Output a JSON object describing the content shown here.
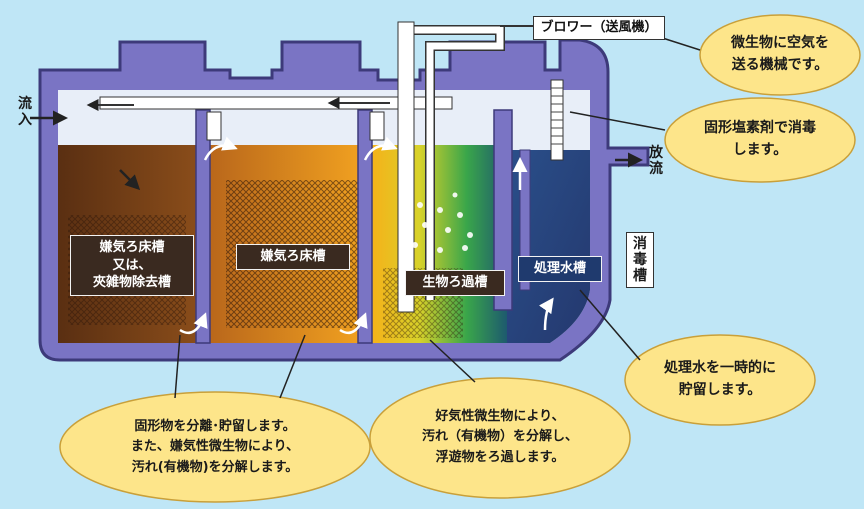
{
  "blower": {
    "label": "ブロワー（送風機）"
  },
  "inflow": {
    "label": "流\n入"
  },
  "outflow": {
    "label": "放\n流"
  },
  "chambers": {
    "anaerobic_1": "嫌気ろ床槽\n又は、\n夾雑物除去槽",
    "anaerobic_2": "嫌気ろ床槽",
    "biofilter": "生物ろ過槽",
    "treated_water": "処理水槽",
    "disinfection": "消\n毒\n槽"
  },
  "callouts": {
    "blower_note": "微生物に空気を\n送る機械です。",
    "chlorine_note": "固形塩素剤で消毒\nします。",
    "treated_note": "処理水を一時的に\n貯留します。",
    "anaerobic_note": "固形物を分離･貯留します。\nまた、嫌気性微生物により、\n汚れ(有機物)を分解します。",
    "aerobic_note": "好気性微生物により、\n汚れ（有機物）を分解し、\n浮遊物をろ過します。"
  },
  "colors": {
    "background": "#bfe6f6",
    "tank_wall": "#7a74c4",
    "bubble_fill": "#fde58a",
    "label_box": "#3a2a20"
  }
}
